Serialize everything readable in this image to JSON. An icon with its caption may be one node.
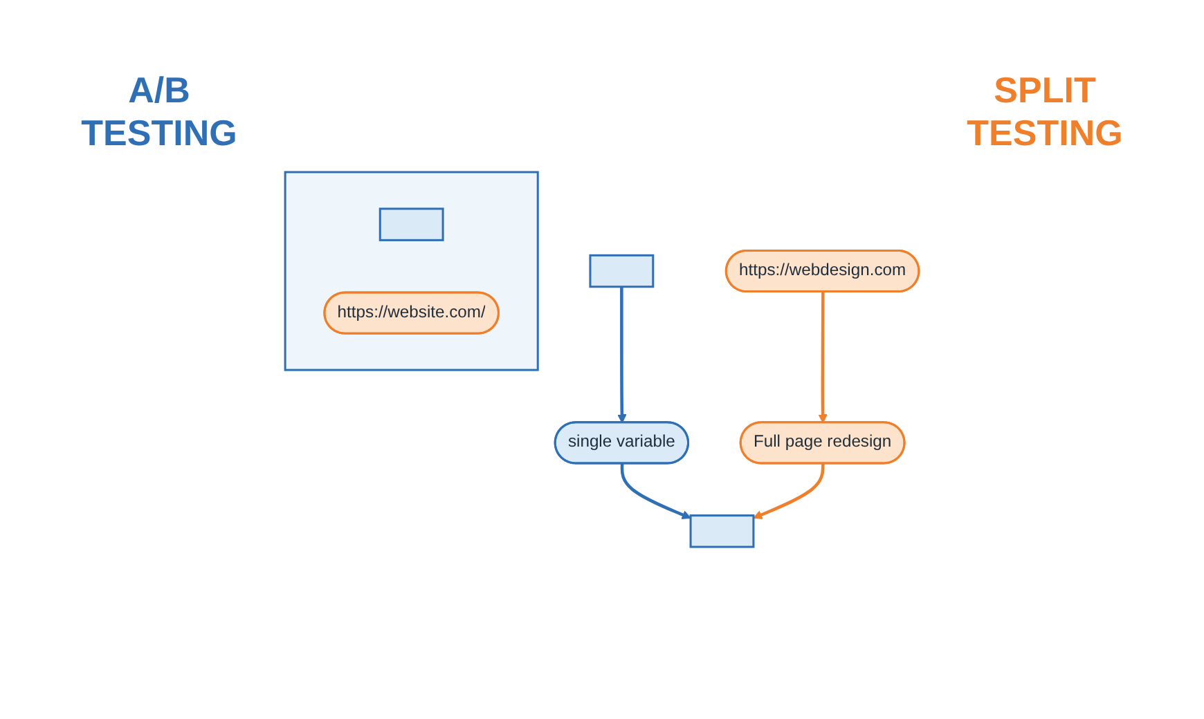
{
  "diagram": {
    "nodes": [
      {
        "text": [],
        "shape": "box"
      },
      {
        "text": [],
        "shape": "box"
      },
      {
        "text": [],
        "shape": "box",
        "in": 1
      },
      {
        "text": [
          "https://website.com/"
        ],
        "in": 1
      },
      {
        "text": [
          "https://webdesign.com"
        ]
      },
      {
        "text": [
          "single variable"
        ]
      },
      {
        "text": [],
        "shape": "box"
      },
      {
        "text": [
          "Full page redesign"
        ]
      }
    ],
    "edges": [
      {
        "from": 0,
        "to": 5,
        "arrow": "to"
      },
      {
        "from": 4,
        "to": 7,
        "arrow": "to",
        "color": "#f07f2c"
      },
      {
        "from": 5,
        "to": 6,
        "arrow": "to"
      },
      {
        "from": 7,
        "to": 6,
        "arrow": "to",
        "color": "#f07f2c"
      }
    ],
    "labels": [
      "A/B TESTING",
      "SPLIT TESTING"
    ]
  }
}
